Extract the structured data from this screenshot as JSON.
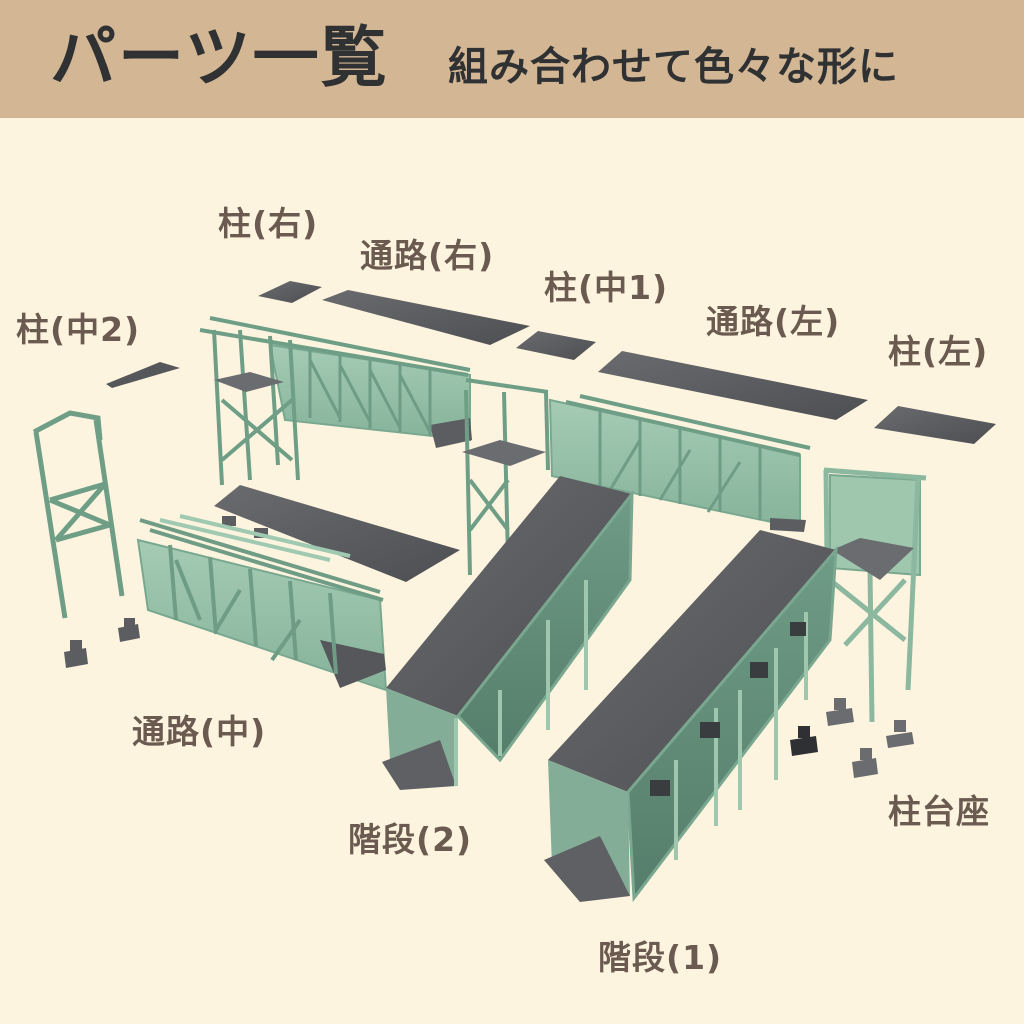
{
  "header": {
    "title": "パーツ一覧",
    "subtitle": "組み合わせて色々な形に",
    "background_color": "#d3b794",
    "text_color": "#2f3133"
  },
  "canvas": {
    "background_color": "#fdf4df",
    "label_color": "#6b5a50",
    "frame_color": "#8fb8a0",
    "roof_color": "#5a5b5e"
  },
  "parts": [
    {
      "id": "pillar-right",
      "label": "柱(右)"
    },
    {
      "id": "walkway-right",
      "label": "通路(右)"
    },
    {
      "id": "pillar-middle-1",
      "label": "柱(中1)"
    },
    {
      "id": "walkway-left",
      "label": "通路(左)"
    },
    {
      "id": "pillar-middle-2",
      "label": "柱(中2)"
    },
    {
      "id": "pillar-left",
      "label": "柱(左)"
    },
    {
      "id": "walkway-middle",
      "label": "通路(中)"
    },
    {
      "id": "stairs-2",
      "label": "階段(2)"
    },
    {
      "id": "pillar-base",
      "label": "柱台座"
    },
    {
      "id": "stairs-1",
      "label": "階段(1)"
    }
  ]
}
